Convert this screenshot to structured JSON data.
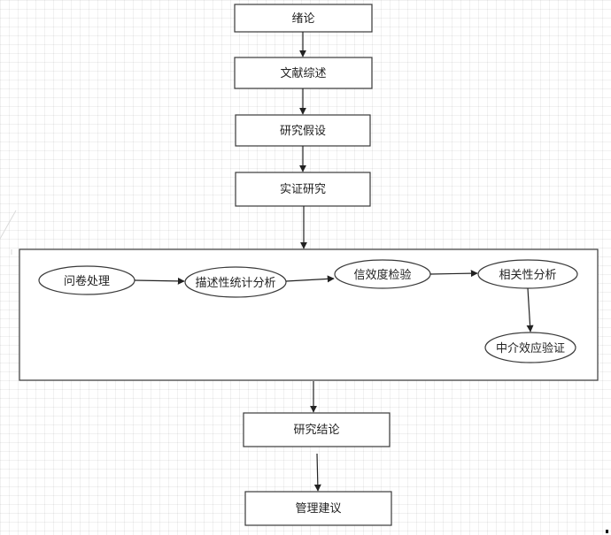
{
  "nodes": {
    "intro": "绪论",
    "literature_review": "文献综述",
    "hypothesis": "研究假设",
    "empirical_study": "实证研究",
    "questionnaire": "问卷处理",
    "descriptive_stats": "描述性统计分析",
    "reliability_validity": "信效度检验",
    "correlation": "相关性分析",
    "mediation": "中介效应验证",
    "conclusion": "研究结论",
    "management_advice": "管理建议"
  },
  "edges": [
    [
      "intro",
      "literature_review"
    ],
    [
      "literature_review",
      "hypothesis"
    ],
    [
      "hypothesis",
      "empirical_study"
    ],
    [
      "empirical_study",
      "analysis_group"
    ],
    [
      "questionnaire",
      "descriptive_stats"
    ],
    [
      "descriptive_stats",
      "reliability_validity"
    ],
    [
      "reliability_validity",
      "correlation"
    ],
    [
      "correlation",
      "mediation"
    ],
    [
      "analysis_group",
      "conclusion"
    ],
    [
      "conclusion",
      "management_advice"
    ]
  ]
}
